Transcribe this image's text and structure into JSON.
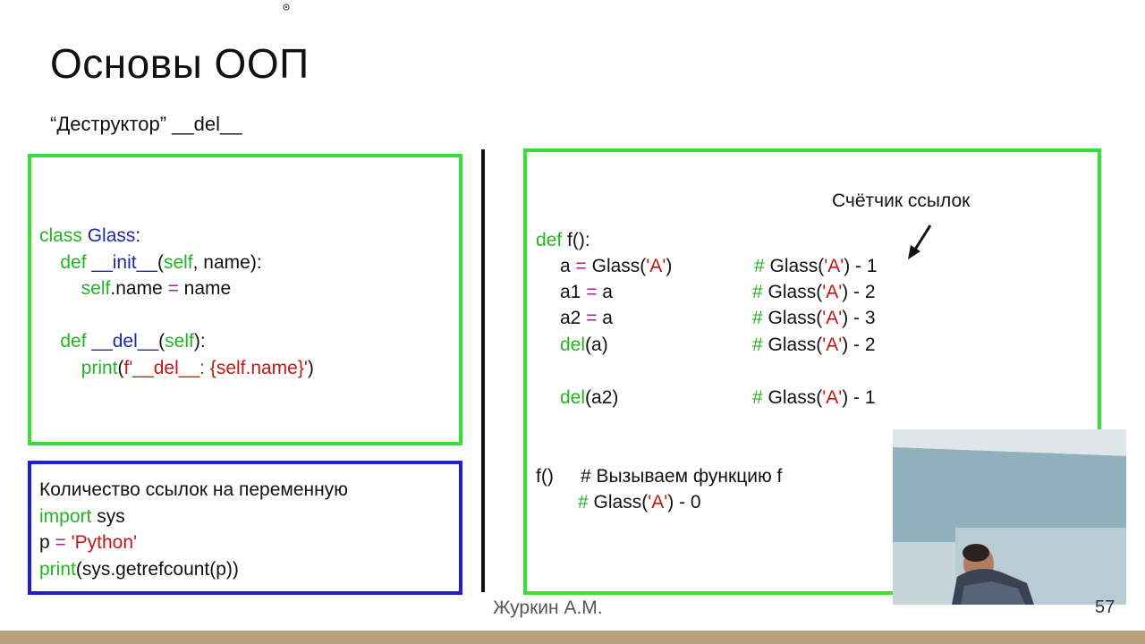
{
  "slide": {
    "title": "Основы ООП",
    "subtitle": "“Деструктор” __del__",
    "author": "Журкин А.М.",
    "page_number": "57"
  },
  "class_code": {
    "l1_kw": "class",
    "l1_name": "Glass",
    "l1_colon": ":",
    "l2_kw": "def",
    "l2_name": "__init__",
    "l2_paren": "(",
    "l2_self": "self",
    "l2_rest": ", name):",
    "l3_self": "self",
    "l3_attr": ".name ",
    "l3_eq": "=",
    "l3_val": " name",
    "l4_kw": "def",
    "l4_name": "__del__",
    "l4_paren": "(",
    "l4_self": "self",
    "l4_rest": "):",
    "l5_print": "print",
    "l5_paren": "(",
    "l5_str": "f'__del__: {self.name}'",
    "l5_close": ")"
  },
  "refcount_code": {
    "caption": "Количество ссылок на переменную",
    "l1_kw": "import",
    "l1_rest": " sys",
    "l2_var": "p ",
    "l2_eq": "=",
    "l2_str": " 'Python'",
    "l3_print": "print",
    "l3_rest": "(sys.getrefcount(p))"
  },
  "func_code": {
    "counter_label": "Счётчик ссылок",
    "def_kw": "def",
    "def_rest": " f():",
    "lines": [
      {
        "var": "a ",
        "eq": "=",
        "rhs": " Glass(",
        "q": "'A'",
        "close": ")",
        "comment_hash": "#",
        "comment_pre": " Glass(",
        "comment_q": "'A'",
        "comment_post": ") - 1"
      },
      {
        "var": "a1 ",
        "eq": "=",
        "rhs": " a",
        "comment_hash": "#",
        "comment_pre": " Glass(",
        "comment_q": "'A'",
        "comment_post": ") - 2"
      },
      {
        "var": "a2 ",
        "eq": "=",
        "rhs": " a",
        "comment_hash": "#",
        "comment_pre": " Glass(",
        "comment_q": "'A'",
        "comment_post": ") - 3"
      },
      {
        "del_kw": "del",
        "del_arg": "(a)",
        "comment_hash": "#",
        "comment_pre": " Glass(",
        "comment_q": "'A'",
        "comment_post": ") - 2"
      },
      {
        "del_kw": "del",
        "del_arg": "(a2)",
        "comment_hash": "#",
        "comment_pre": " Glass(",
        "comment_q": "'A'",
        "comment_post": ") - 1"
      }
    ],
    "call": "f()",
    "call_comment": "# Вызываем функцию f",
    "final_hash": "#",
    "final_pre": " Glass(",
    "final_q": "'A'",
    "final_post": ") - 0"
  },
  "colors": {
    "green_border": "#36e036",
    "blue_border": "#1f1fd0",
    "keyword": "#22b422",
    "class_name": "#1c2aa8",
    "operator": "#a020a0",
    "string": "#c51515"
  }
}
